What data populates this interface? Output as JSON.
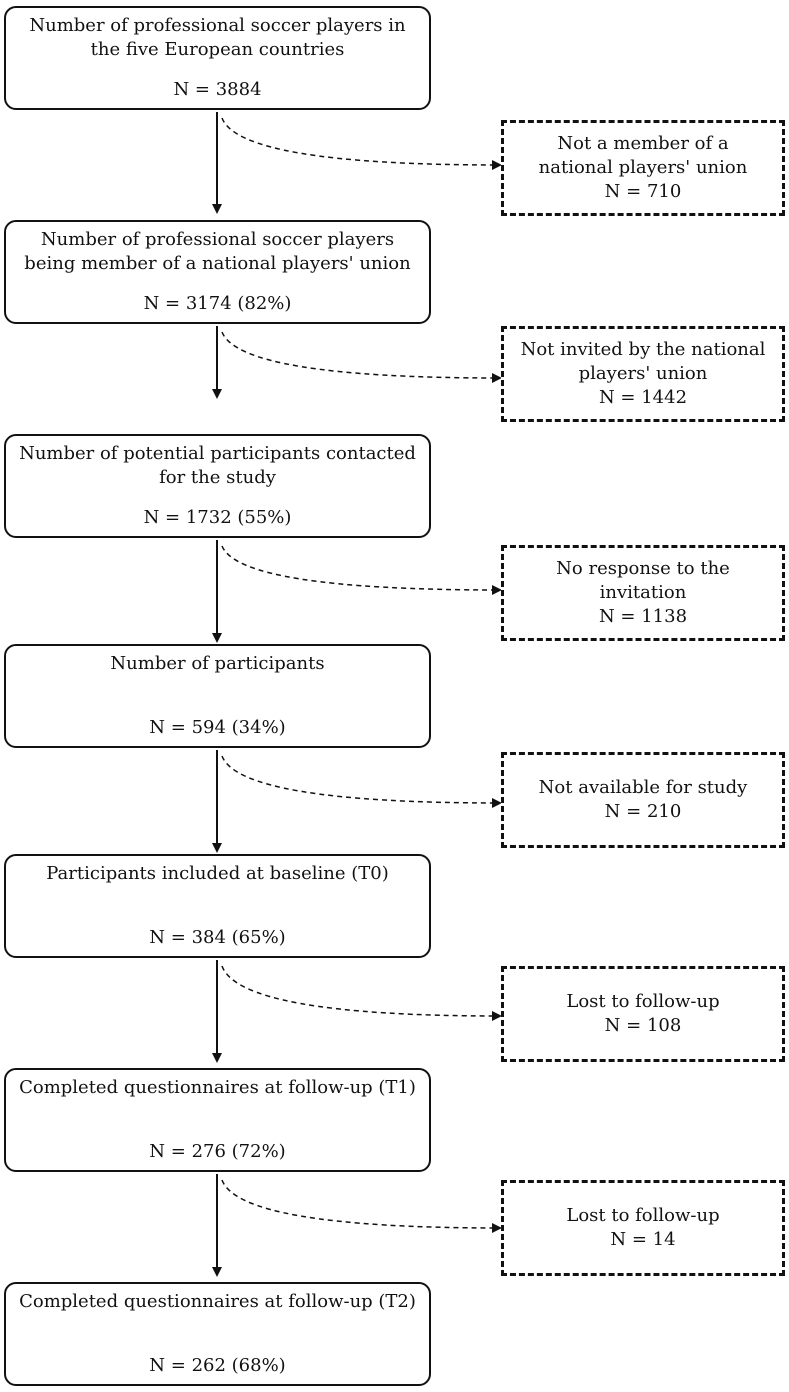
{
  "steps": [
    {
      "text": "Number of professional soccer players in the five European countries",
      "n": "N = 3884"
    },
    {
      "text": "Number of professional soccer players being member of a national players' union",
      "n": "N = 3174 (82%)"
    },
    {
      "text": "Number of potential participants contacted for the study",
      "n": "N = 1732 (55%)"
    },
    {
      "text": "Number of participants",
      "n": "N = 594 (34%)"
    },
    {
      "text": "Participants included at baseline (T0)",
      "n": "N = 384 (65%)"
    },
    {
      "text": "Completed questionnaires at follow-up (T1)",
      "n": "N = 276 (72%)"
    },
    {
      "text": "Completed questionnaires at follow-up (T2)",
      "n": "N = 262 (68%)"
    }
  ],
  "exclusions": [
    {
      "text": "Not a member of a national players' union",
      "n": "N = 710"
    },
    {
      "text": "Not invited by the national players' union",
      "n": "N = 1442"
    },
    {
      "text": "No response to the invitation",
      "n": "N = 1138"
    },
    {
      "text": "Not available for study",
      "n": "N = 210"
    },
    {
      "text": "Lost to follow-up",
      "n": "N = 108"
    },
    {
      "text": "Lost to follow-up",
      "n": "N = 14"
    }
  ]
}
